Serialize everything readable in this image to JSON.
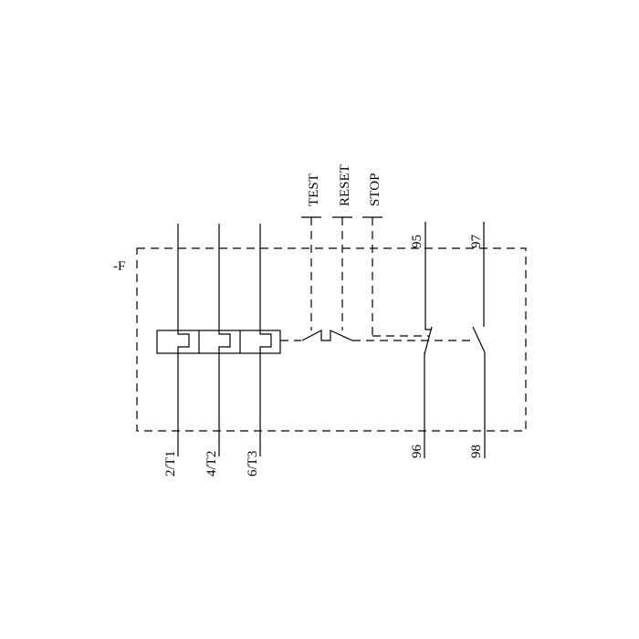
{
  "device_label": "-F",
  "actuators": [
    "TEST",
    "RESET",
    "STOP"
  ],
  "terminals_top": [
    "95",
    "97"
  ],
  "terminals_bottom": [
    "96",
    "98"
  ],
  "main_terminals": [
    "2/T1",
    "4/T2",
    "6/T3"
  ],
  "line_color": "#000000"
}
